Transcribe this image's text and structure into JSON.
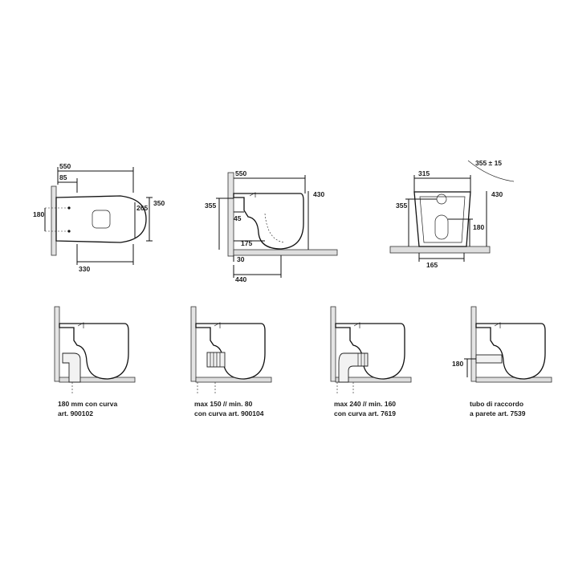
{
  "views": {
    "top": {
      "dim_total_length": "550",
      "dim_back_offset": "85",
      "dim_total_width": "350",
      "dim_inner_width": "265",
      "dim_fixing_spacing": "180",
      "dim_drain_distance": "330"
    },
    "side": {
      "dim_length": "550",
      "dim_height": "430",
      "dim_inlet_height": "355",
      "dim_inlet_offset": "45",
      "dim_outlet_height": "175",
      "dim_outlet_offset": "30",
      "dim_floor_length": "440"
    },
    "front": {
      "dim_detail_tolerance": "355 ± 15",
      "dim_width": "315",
      "dim_height": "430",
      "dim_inlet_height": "355",
      "dim_outlet_height": "180",
      "dim_base_width": "165"
    }
  },
  "installations": [
    {
      "line1": "180 mm con curva",
      "line2": "art. 900102",
      "line3": ""
    },
    {
      "line1": "max 150 // min. 80",
      "line2": "con curva art. 900104",
      "line3": ""
    },
    {
      "line1": "max 240 // min. 160",
      "line2": "con curva art. 7619",
      "line3": ""
    },
    {
      "line1": "tubo di raccordo",
      "line2": "a parete art. 7539",
      "line3": "",
      "dim_height": "180"
    }
  ]
}
